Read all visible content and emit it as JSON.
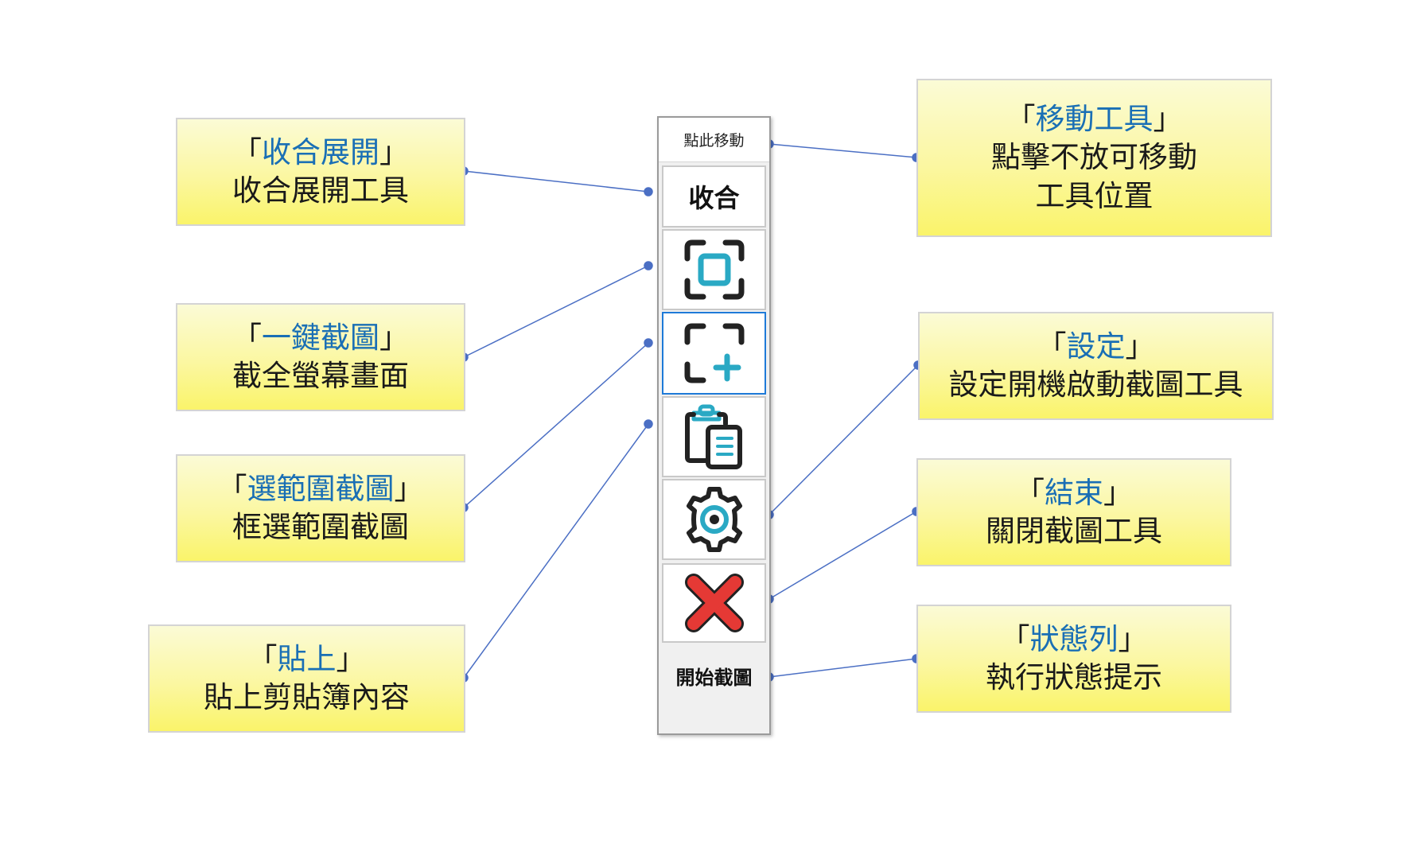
{
  "toolbar": {
    "move_label": "點此移動",
    "collapse_label": "收合",
    "status_label": "開始截圖"
  },
  "icons": {
    "move": "drag-handle",
    "collapse": "collapse-toggle",
    "fullscreen": "fullscreen-capture-icon",
    "region": "region-capture-icon",
    "paste": "clipboard-icon",
    "settings": "gear-icon",
    "close": "close-icon"
  },
  "callouts": {
    "collapse": {
      "open": "「",
      "name": "收合展開",
      "close": "」",
      "desc": "收合展開工具"
    },
    "fullscreen": {
      "open": "「",
      "name": "一鍵截圖",
      "close": "」",
      "desc": "截全螢幕畫面"
    },
    "region": {
      "open": "「",
      "name": "選範圍截圖",
      "close": "」",
      "desc": "框選範圍截圖"
    },
    "paste": {
      "open": "「",
      "name": "貼上",
      "close": "」",
      "desc": "貼上剪貼簿內容"
    },
    "move": {
      "open": "「",
      "name": "移動工具",
      "close": "」",
      "desc1": "點擊不放可移動",
      "desc2": "工具位置"
    },
    "settings": {
      "open": "「",
      "name": "設定",
      "close": "」",
      "desc": "設定開機啟動截圖工具"
    },
    "close": {
      "open": "「",
      "name": "結束",
      "close": "」",
      "desc": "關閉截圖工具"
    },
    "status": {
      "open": "「",
      "name": "狀態列",
      "close": "」",
      "desc": "執行狀態提示"
    }
  },
  "colors": {
    "callout_name": "#1a6fb5",
    "callout_border": "#d4d4d4",
    "callout_fill_top": "#fbfbd6",
    "callout_fill_bottom": "#faf46a",
    "connector": "#4b6fc4",
    "icon_teal": "#2aa9c4",
    "icon_dark": "#222222",
    "close_red": "#e53935",
    "active_border": "#1e7ad8"
  }
}
